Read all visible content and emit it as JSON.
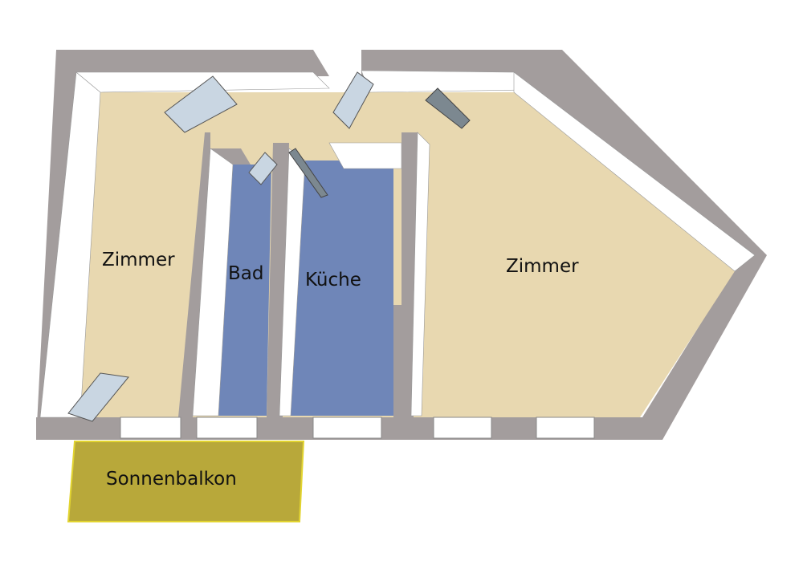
{
  "rooms": [
    {
      "id": "zimmer-left",
      "label": "Zimmer"
    },
    {
      "id": "bad",
      "label": "Bad"
    },
    {
      "id": "kueche",
      "label": "Küche"
    },
    {
      "id": "zimmer-right",
      "label": "Zimmer"
    },
    {
      "id": "balkon",
      "label": "Sonnenbalkon"
    }
  ],
  "colors": {
    "wall": "#a39d9d",
    "wall_face": "#ffffff",
    "floor": "#e8d8b0",
    "wet_floor": "#6f86b8",
    "balcony": "#b8a83a",
    "balcony_edge": "#e2d430",
    "door": "#c9d6e2"
  }
}
